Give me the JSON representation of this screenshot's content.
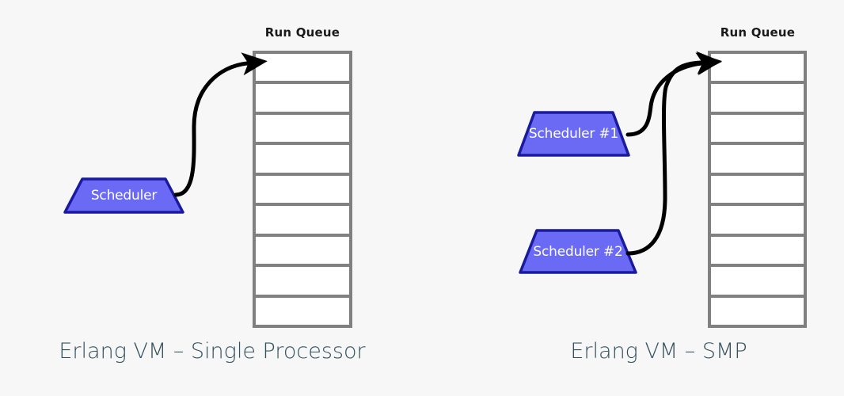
{
  "diagram": {
    "background_color": "#f7f7f7",
    "panels": [
      {
        "id": "single-processor",
        "caption": "Erlang VM – Single Processor",
        "caption_color": "#33505e",
        "queue": {
          "label": "Run Queue",
          "label_color": "#1a1a1a",
          "cell_count": 9,
          "cell_fill": "#ffffff",
          "border_color": "#808080"
        },
        "schedulers": [
          {
            "label": "Scheduler",
            "fill": "#6a6af5",
            "stroke": "#1a1a9e",
            "text_color": "#ffffff"
          }
        ],
        "arrow_count": 1,
        "arrow_color": "#000000"
      },
      {
        "id": "smp",
        "caption": "Erlang VM – SMP",
        "caption_color": "#33505e",
        "queue": {
          "label": "Run Queue",
          "label_color": "#1a1a1a",
          "cell_count": 9,
          "cell_fill": "#ffffff",
          "border_color": "#808080"
        },
        "schedulers": [
          {
            "label": "Scheduler #1",
            "fill": "#6a6af5",
            "stroke": "#1a1a9e",
            "text_color": "#ffffff"
          },
          {
            "label": "Scheduler #2",
            "fill": "#6a6af5",
            "stroke": "#1a1a9e",
            "text_color": "#ffffff"
          }
        ],
        "arrow_count": 2,
        "arrow_color": "#000000"
      }
    ]
  }
}
